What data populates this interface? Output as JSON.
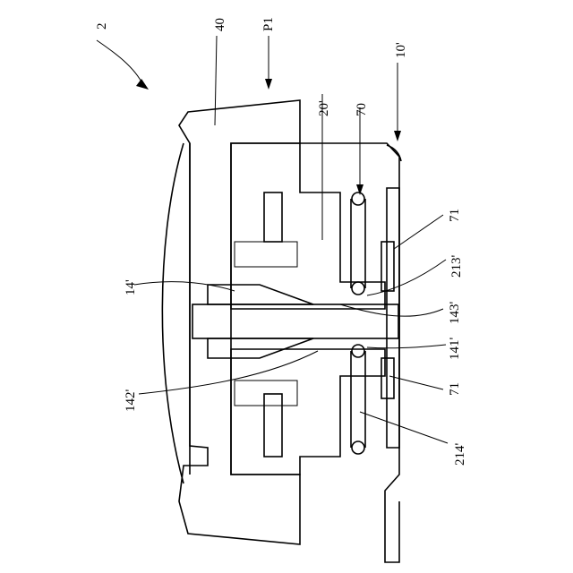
{
  "figure": {
    "labels": {
      "fig_ref": "2",
      "cover": "40",
      "p1": "P1",
      "frame": "20'",
      "spring": "70",
      "housing": "10'",
      "clip_top": "71",
      "recess": "213'",
      "shaft": "14'",
      "groove": "143'",
      "shoulder": "141'",
      "flange": "142'",
      "clip_bottom": "71",
      "slot": "214'"
    },
    "colors": {
      "ink": "#000000",
      "paper": "#ffffff"
    }
  }
}
